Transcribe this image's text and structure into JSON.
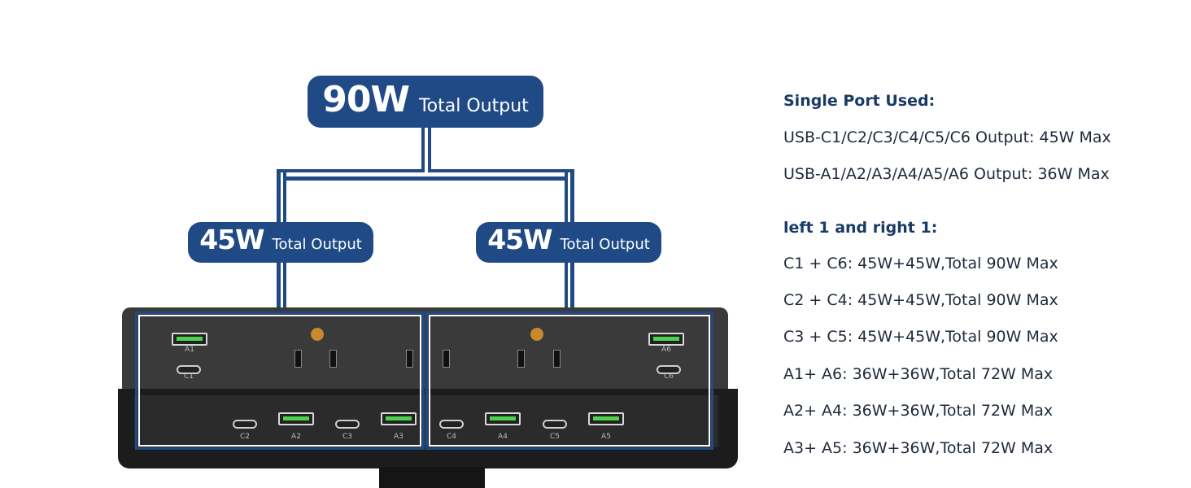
{
  "badges": {
    "total": {
      "value": "90W",
      "label": "Total Output"
    },
    "left": {
      "value": "45W",
      "label": "Total Output"
    },
    "right": {
      "value": "45W",
      "label": "Total Output"
    }
  },
  "ports": {
    "A1": "A1",
    "C1": "C1",
    "A6": "A6",
    "C6": "C6",
    "C2": "C2",
    "A2": "A2",
    "C3": "C3",
    "A3": "A3",
    "C4": "C4",
    "A4": "A4",
    "C5": "C5",
    "A5": "A5"
  },
  "specs": {
    "single_heading": "Single Port Used:",
    "single_lines": [
      "USB-C1/C2/C3/C4/C5/C6 Output: 45W Max",
      "USB-A1/A2/A3/A4/A5/A6 Output: 36W Max"
    ],
    "pair_heading": "left 1 and right 1:",
    "pair_lines": [
      "C1 + C6: 45W+45W,Total 90W Max",
      "C2 + C4: 45W+45W,Total 90W Max",
      "C3 + C5: 45W+45W,Total 90W Max",
      "A1+ A6: 36W+36W,Total 72W Max",
      "A2+ A4: 36W+36W,Total 72W Max",
      "A3+ A5: 36W+36W,Total 72W Max"
    ]
  },
  "colors": {
    "accent": "#1f4a86",
    "usb_a_insert": "#4bd34b",
    "outlet_ground": "#c8892c"
  }
}
